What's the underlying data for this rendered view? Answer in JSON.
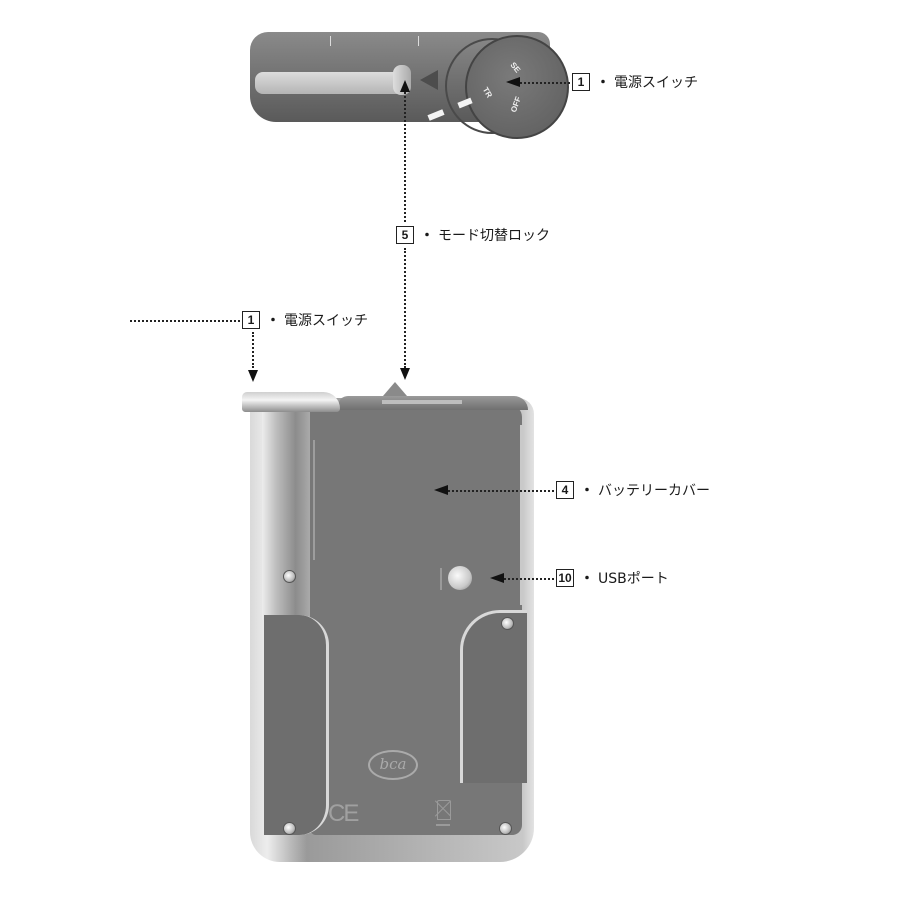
{
  "callouts": [
    {
      "id": "power-switch-top",
      "number": "1",
      "separator": "・",
      "label": "電源スイッチ"
    },
    {
      "id": "mode-lock",
      "number": "5",
      "separator": "・",
      "label": "モード切替ロック"
    },
    {
      "id": "power-switch-side",
      "number": "1",
      "separator": "・",
      "label": "電源スイッチ"
    },
    {
      "id": "battery-cover",
      "number": "4",
      "separator": "・",
      "label": "バッテリーカバー"
    },
    {
      "id": "usb-port",
      "number": "10",
      "separator": "・",
      "label": "USBポート"
    }
  ],
  "top_view": {
    "dial_labels": [
      "SE",
      "TR",
      "OFF"
    ]
  },
  "back_view": {
    "logo": "bca",
    "ce_mark": "CE"
  },
  "colors": {
    "device_body": "#777777",
    "device_frame": "#c8c8c8",
    "leader_line": "#222222",
    "background": "#ffffff"
  }
}
